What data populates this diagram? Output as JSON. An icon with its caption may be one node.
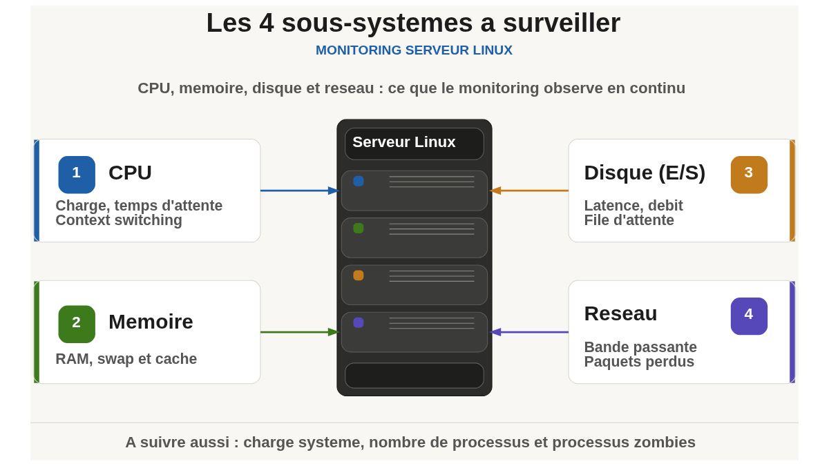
{
  "diagram": {
    "title": "Les 4 sous-systemes a surveiller",
    "nodes": [
      {
        "text": [
          "1",
          "CPU",
          "Charge, temps d'attente",
          "Context switching"
        ]
      },
      {
        "text": [
          "2",
          "Memoire",
          "RAM, swap et cache"
        ]
      },
      {
        "text": [
          "Serveur Linux"
        ]
      },
      {
        "text": [
          "Disque (E/S)",
          "3",
          "Latence, debit",
          "File d'attente"
        ]
      },
      {
        "text": [
          "Reseau",
          "4",
          "Bande passante",
          "Paquets perdus"
        ]
      }
    ],
    "edges": [
      {
        "from": 0,
        "to": 2,
        "arrow": "to",
        "color": "#1f5fa8"
      },
      {
        "from": 1,
        "to": 2,
        "arrow": "to",
        "color": "#3c7a1c"
      },
      {
        "from": 3,
        "to": 2,
        "arrow": "to",
        "color": "#c27b1c"
      },
      {
        "from": 4,
        "to": 2,
        "arrow": "to",
        "color": "#5648b8"
      }
    ],
    "labels": [
      "MONITORING SERVEUR LINUX",
      "CPU, memoire, disque et reseau : ce que le monitoring observe en continu",
      "A suivre aussi : charge systeme, nombre de processus et processus zombies"
    ]
  }
}
